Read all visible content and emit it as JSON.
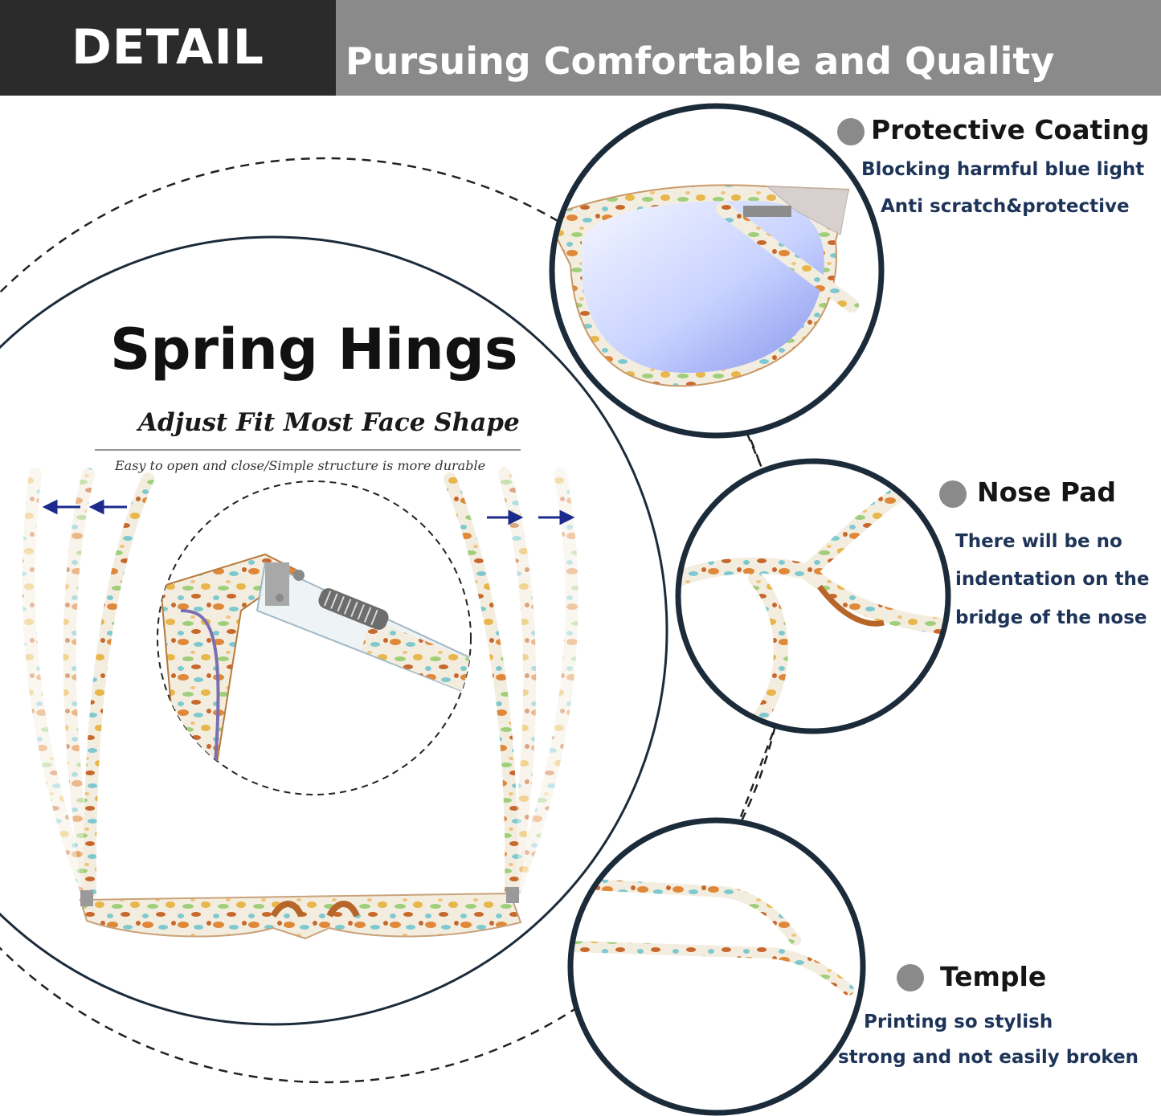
{
  "header": {
    "badge": "DETAIL",
    "title": "Pursuing Comfortable and Quality"
  },
  "spring_hinge": {
    "title": "Spring Hings",
    "subtitle": "Adjust Fit Most Face Shape",
    "note": "Easy to open and close/Simple structure is more durable"
  },
  "features": [
    {
      "title": "Protective Coating",
      "lines": [
        "Blocking harmful blue light",
        "Anti scratch&protective"
      ]
    },
    {
      "title": "Nose Pad",
      "lines": [
        "There will be no",
        "indentation on the",
        "bridge of the nose"
      ]
    },
    {
      "title": "Temple",
      "lines": [
        "Printing so stylish",
        "strong and not easily broken"
      ]
    }
  ],
  "colors": {
    "header_dark": "#2b2b2b",
    "header_gray": "#8a8a8a",
    "circle_outline": "#1c2b3a",
    "description_text": "#1d3358",
    "arrow": "#1b2a8c"
  }
}
